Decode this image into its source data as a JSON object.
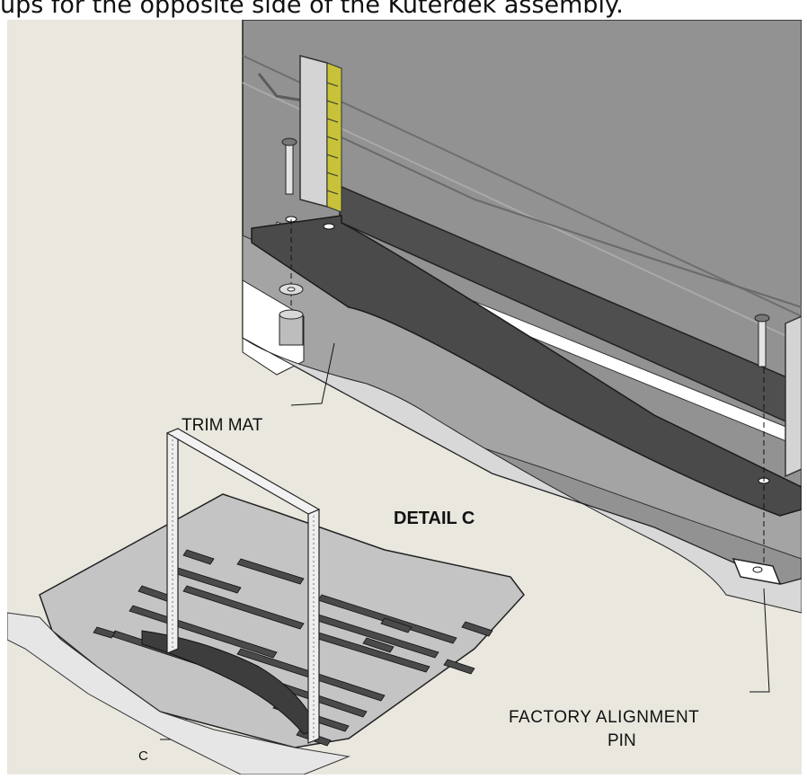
{
  "caption": "ups for the opposite side of the Kuterdek assembly.",
  "labels": {
    "trim_mat": "TRIM MAT",
    "detail": "DETAIL C",
    "factory_pin_line1": "FACTORY ALIGNMENT",
    "factory_pin_line2": "PIN",
    "c_marker": "C"
  },
  "colors": {
    "background": "#e9e7de",
    "wall": "#8f8f8f",
    "rail": "#555555",
    "floor": "#c6c6c6",
    "ruler": "#c8c23a"
  }
}
